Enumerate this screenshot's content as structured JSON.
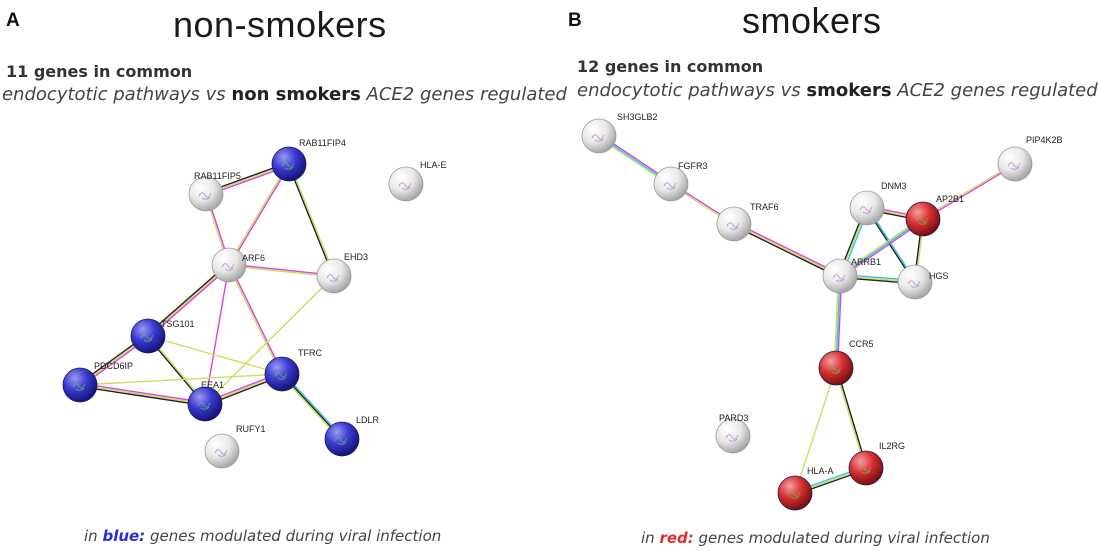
{
  "panels": {
    "a": {
      "letter": "A",
      "title": "non-smokers",
      "genes_count": "11 genes in common",
      "subtitle_pre": "endocytotic pathways vs ",
      "subtitle_bold": "non smokers",
      "subtitle_post": " ACE2 genes regulated",
      "footer_pre": "in ",
      "footer_highlight": "blue:",
      "footer_post": " genes modulated during viral infection",
      "highlight_color": "#3b3bd8"
    },
    "b": {
      "letter": "B",
      "title": "smokers",
      "genes_count": "12 genes in common",
      "subtitle_pre": "endocytotic pathways vs ",
      "subtitle_bold": "smokers",
      "subtitle_post": " ACE2 genes regulated",
      "footer_pre": "in ",
      "footer_highlight": "red:",
      "footer_post": " genes modulated during viral infection",
      "highlight_color": "#e03030"
    }
  },
  "network_a": {
    "nodes": [
      {
        "id": "RAB11FIP4",
        "label": "RAB11FIP4",
        "highlighted": true
      },
      {
        "id": "RAB11FIP5",
        "label": "RAB11FIP5",
        "highlighted": false
      },
      {
        "id": "HLA-E",
        "label": "HLA-E",
        "highlighted": false
      },
      {
        "id": "ARF6",
        "label": "ARF6",
        "highlighted": false
      },
      {
        "id": "EHD3",
        "label": "EHD3",
        "highlighted": false
      },
      {
        "id": "TSG101",
        "label": "TSG101",
        "highlighted": true
      },
      {
        "id": "PDCD6IP",
        "label": "PDCD6IP",
        "highlighted": true
      },
      {
        "id": "TFRC",
        "label": "TFRC",
        "highlighted": true
      },
      {
        "id": "EEA1",
        "label": "EEA1",
        "highlighted": true
      },
      {
        "id": "LDLR",
        "label": "LDLR",
        "highlighted": true
      },
      {
        "id": "RUFY1",
        "label": "RUFY1",
        "highlighted": false
      }
    ],
    "edges": [
      {
        "from": "RAB11FIP4",
        "to": "RAB11FIP5",
        "colors": [
          "#e040e0",
          "#c8e060",
          "#222222"
        ]
      },
      {
        "from": "RAB11FIP4",
        "to": "ARF6",
        "colors": [
          "#e040e0",
          "#c8e060"
        ]
      },
      {
        "from": "RAB11FIP4",
        "to": "EHD3",
        "colors": [
          "#c8e060",
          "#222222"
        ]
      },
      {
        "from": "RAB11FIP5",
        "to": "ARF6",
        "colors": [
          "#e040e0",
          "#c8e060"
        ]
      },
      {
        "from": "ARF6",
        "to": "EHD3",
        "colors": [
          "#e040e0",
          "#c8e060"
        ]
      },
      {
        "from": "ARF6",
        "to": "TSG101",
        "colors": [
          "#e040e0",
          "#c8e060",
          "#222222"
        ]
      },
      {
        "from": "ARF6",
        "to": "EEA1",
        "colors": [
          "#e040e0"
        ]
      },
      {
        "from": "ARF6",
        "to": "TFRC",
        "colors": [
          "#e040e0",
          "#c8e060"
        ]
      },
      {
        "from": "EHD3",
        "to": "EEA1",
        "colors": [
          "#c8e060"
        ]
      },
      {
        "from": "TSG101",
        "to": "PDCD6IP",
        "colors": [
          "#e040e0",
          "#c8e060",
          "#222222"
        ]
      },
      {
        "from": "TSG101",
        "to": "EEA1",
        "colors": [
          "#c8e060",
          "#222222"
        ]
      },
      {
        "from": "TSG101",
        "to": "TFRC",
        "colors": [
          "#c8e060"
        ]
      },
      {
        "from": "PDCD6IP",
        "to": "EEA1",
        "colors": [
          "#e040e0",
          "#c8e060",
          "#222222"
        ]
      },
      {
        "from": "PDCD6IP",
        "to": "TFRC",
        "colors": [
          "#c8e060"
        ]
      },
      {
        "from": "EEA1",
        "to": "TFRC",
        "colors": [
          "#e040e0",
          "#c8e060",
          "#222222"
        ]
      },
      {
        "from": "TFRC",
        "to": "LDLR",
        "colors": [
          "#30c8e0",
          "#222222",
          "#c8e060"
        ]
      }
    ]
  },
  "network_b": {
    "nodes": [
      {
        "id": "SH3GLB2",
        "label": "SH3GLB2",
        "highlighted": false
      },
      {
        "id": "FGFR3",
        "label": "FGFR3",
        "highlighted": false
      },
      {
        "id": "TRAF6",
        "label": "TRAF6",
        "highlighted": false
      },
      {
        "id": "PIP4K2B",
        "label": "PIP4K2B",
        "highlighted": false
      },
      {
        "id": "DNM3",
        "label": "DNM3",
        "highlighted": false
      },
      {
        "id": "AP2B1",
        "label": "AP2B1",
        "highlighted": true
      },
      {
        "id": "ARRB1",
        "label": "ARRB1",
        "highlighted": false
      },
      {
        "id": "HGS",
        "label": "HGS",
        "highlighted": false
      },
      {
        "id": "CCR5",
        "label": "CCR5",
        "highlighted": true
      },
      {
        "id": "PARD3",
        "label": "PARD3",
        "highlighted": false
      },
      {
        "id": "IL2RG",
        "label": "IL2RG",
        "highlighted": true
      },
      {
        "id": "HLA-A",
        "label": "HLA-A",
        "highlighted": true
      }
    ],
    "edges": [
      {
        "from": "SH3GLB2",
        "to": "FGFR3",
        "colors": [
          "#e040e0",
          "#30c8e0",
          "#c8e060"
        ]
      },
      {
        "from": "FGFR3",
        "to": "TRAF6",
        "colors": [
          "#e040e0",
          "#c8e060"
        ]
      },
      {
        "from": "TRAF6",
        "to": "ARRB1",
        "colors": [
          "#e040e0",
          "#c8e060",
          "#222222"
        ]
      },
      {
        "from": "PIP4K2B",
        "to": "AP2B1",
        "colors": [
          "#e040e0",
          "#c8e060"
        ]
      },
      {
        "from": "DNM3",
        "to": "AP2B1",
        "colors": [
          "#e040e0",
          "#c8e060",
          "#222222"
        ]
      },
      {
        "from": "DNM3",
        "to": "ARRB1",
        "colors": [
          "#30c8e0",
          "#c8e060",
          "#222222"
        ]
      },
      {
        "from": "DNM3",
        "to": "HGS",
        "colors": [
          "#30c8e0",
          "#222222"
        ]
      },
      {
        "from": "AP2B1",
        "to": "ARRB1",
        "colors": [
          "#e040e0",
          "#30c8e0",
          "#c8e060"
        ]
      },
      {
        "from": "AP2B1",
        "to": "HGS",
        "colors": [
          "#c8e060",
          "#222222"
        ]
      },
      {
        "from": "ARRB1",
        "to": "HGS",
        "colors": [
          "#30c8e0",
          "#c8e060",
          "#222222"
        ]
      },
      {
        "from": "ARRB1",
        "to": "CCR5",
        "colors": [
          "#e040e0",
          "#30c8e0",
          "#c8e060"
        ]
      },
      {
        "from": "CCR5",
        "to": "HLA-A",
        "colors": [
          "#c8e060"
        ]
      },
      {
        "from": "CCR5",
        "to": "IL2RG",
        "colors": [
          "#222222",
          "#c8e060"
        ]
      },
      {
        "from": "HLA-A",
        "to": "IL2RG",
        "colors": [
          "#30c8e0",
          "#c8e060",
          "#222222"
        ]
      }
    ]
  },
  "colors": {
    "blue_node": "#3a3ad0",
    "red_node": "#d83030",
    "neutral_node": "#e6e6e6"
  }
}
